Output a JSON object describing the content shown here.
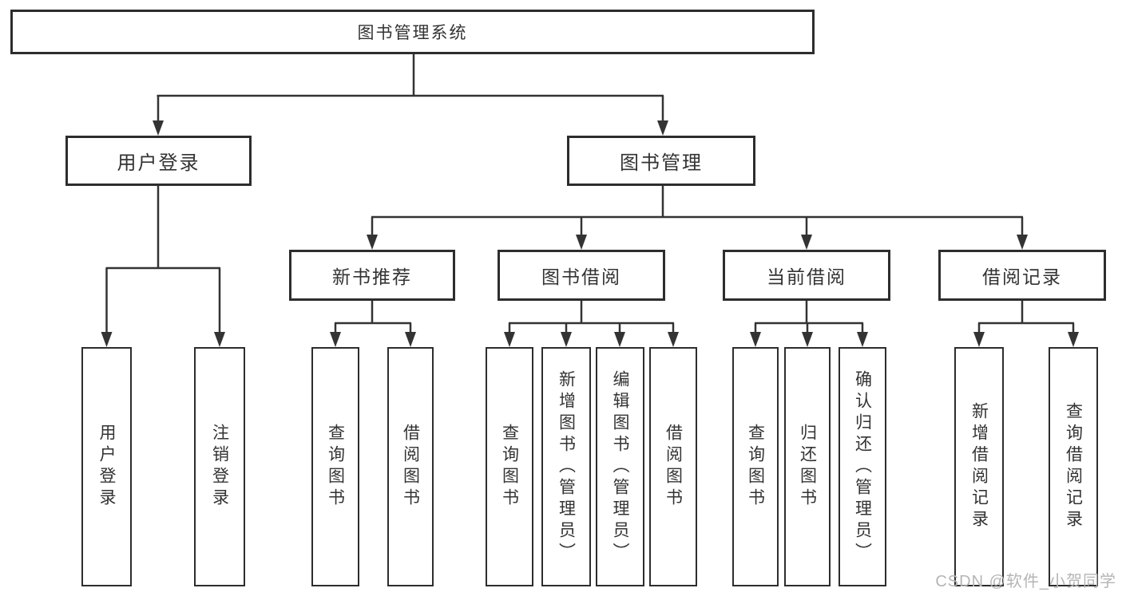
{
  "diagram_title": "图书管理系统",
  "tree": {
    "root": "图书管理系统",
    "children": [
      {
        "label": "用户登录",
        "children": [
          "用户登录",
          "注销登录"
        ]
      },
      {
        "label": "图书管理",
        "children": [
          {
            "label": "新书推荐",
            "children": [
              "查询图书",
              "借阅图书"
            ]
          },
          {
            "label": "图书借阅",
            "children": [
              "查询图书",
              "新增图书（管理员）",
              "编辑图书（管理员）",
              "借阅图书"
            ]
          },
          {
            "label": "当前借阅",
            "children": [
              "查询图书",
              "归还图书",
              "确认归还（管理员）"
            ]
          },
          {
            "label": "借阅记录",
            "children": [
              "新增借阅记录",
              "查询借阅记录"
            ]
          }
        ]
      }
    ]
  },
  "watermark": "CSDN @软件_小贺同学",
  "colors": {
    "line": "#333333",
    "box_border": "#2d2d2d",
    "box_fill": "#ffffff",
    "text": "#333333",
    "watermark": "#b5b5b5",
    "background": "#ffffff"
  }
}
